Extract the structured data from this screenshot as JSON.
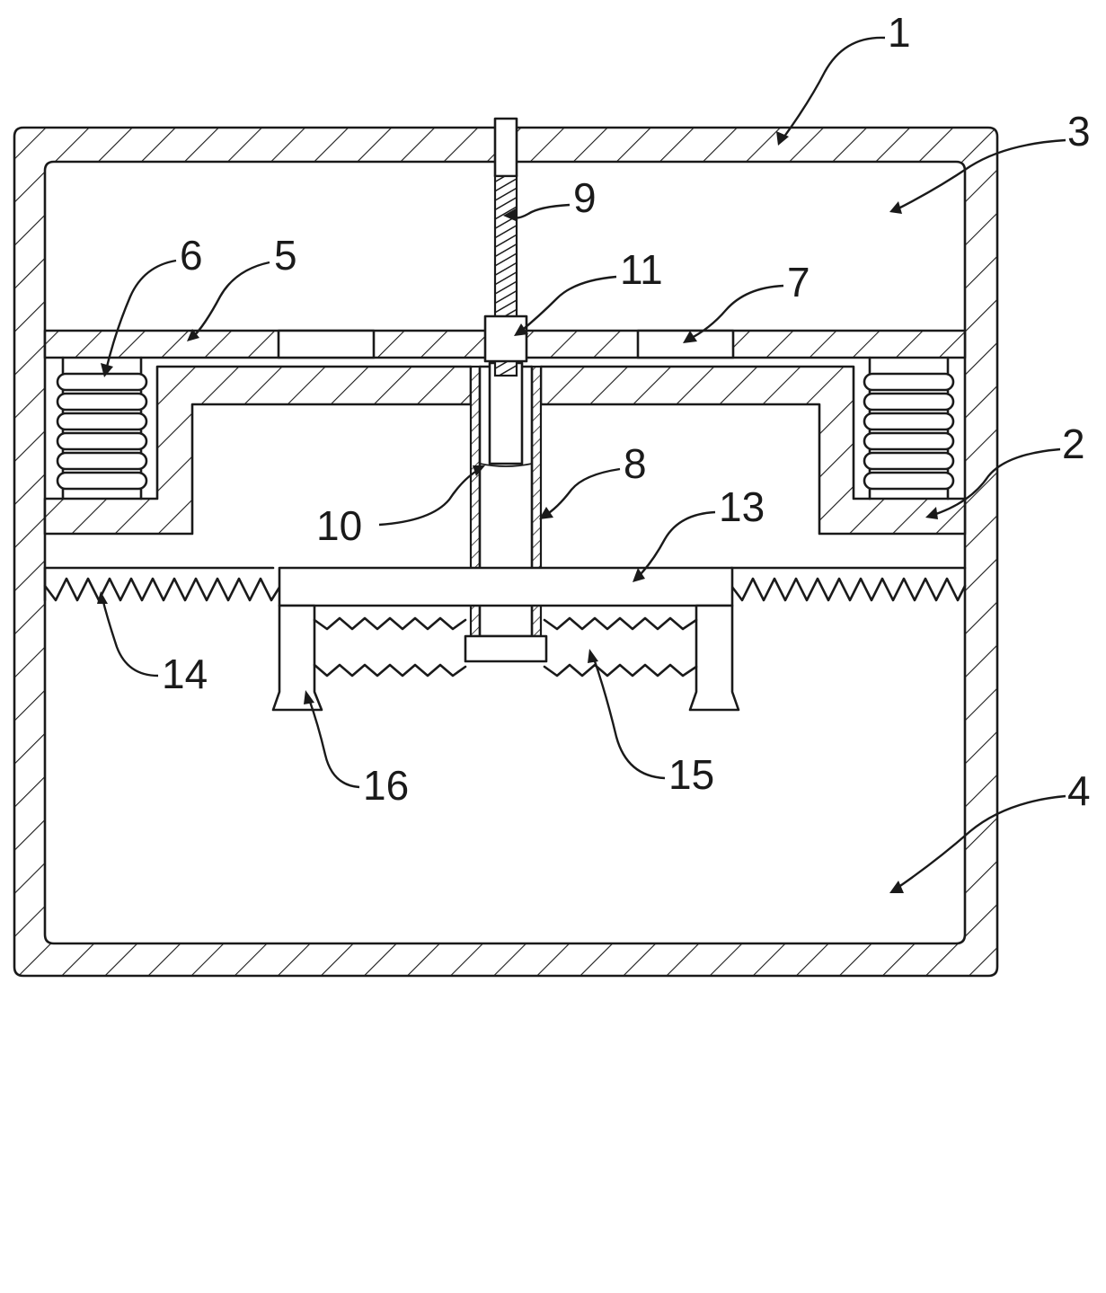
{
  "callouts": [
    {
      "id": "1",
      "text": "1"
    },
    {
      "id": "2",
      "text": "2"
    },
    {
      "id": "3",
      "text": "3"
    },
    {
      "id": "4",
      "text": "4"
    },
    {
      "id": "5",
      "text": "5"
    },
    {
      "id": "6",
      "text": "6"
    },
    {
      "id": "7",
      "text": "7"
    },
    {
      "id": "8",
      "text": "8"
    },
    {
      "id": "9",
      "text": "9"
    },
    {
      "id": "10",
      "text": "10"
    },
    {
      "id": "11",
      "text": "11"
    },
    {
      "id": "13",
      "text": "13"
    },
    {
      "id": "14",
      "text": "14"
    },
    {
      "id": "15",
      "text": "15"
    },
    {
      "id": "16",
      "text": "16"
    }
  ],
  "colors": {
    "line": "#1a1a1a",
    "background": "#ffffff"
  }
}
